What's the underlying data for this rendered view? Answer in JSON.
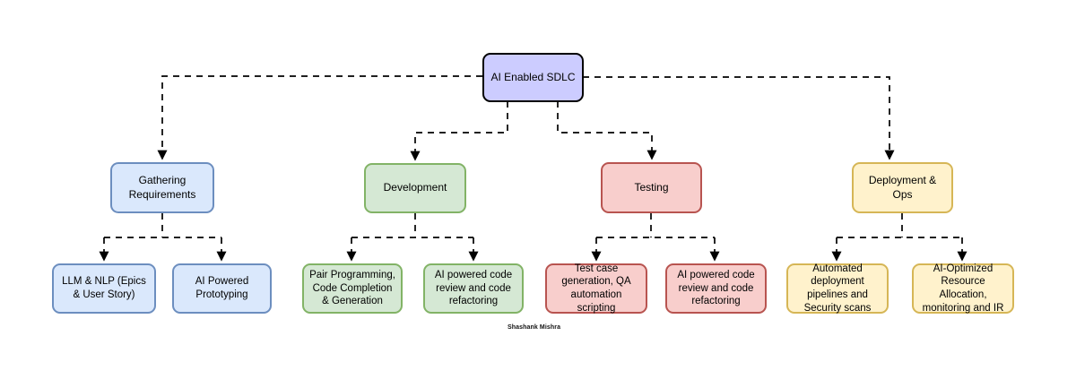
{
  "diagram": {
    "root": {
      "label": "AI Enabled SDLC"
    },
    "branches": [
      {
        "label": "Gathering Requirements",
        "children": [
          {
            "label": "LLM & NLP (Epics & User Story)"
          },
          {
            "label": "AI Powered Prototyping"
          }
        ]
      },
      {
        "label": "Development",
        "children": [
          {
            "label": "Pair Programming, Code Completion & Generation"
          },
          {
            "label": "AI powered code review and code refactoring"
          }
        ]
      },
      {
        "label": "Testing",
        "children": [
          {
            "label": "Test case generation, QA automation scripting"
          },
          {
            "label": "AI powered code review and code refactoring"
          }
        ]
      },
      {
        "label": "Deployment & Ops",
        "children": [
          {
            "label": "Automated deployment pipelines and Security scans"
          },
          {
            "label": "AI-Optimized Resource Allocation, monitoring and IR"
          }
        ]
      }
    ],
    "credit": "Shashank Mishra",
    "colors": {
      "root_fill": "#ccccff",
      "root_border": "#000000",
      "requirements_fill": "#dae8fc",
      "requirements_border": "#6c8ebf",
      "development_fill": "#d5e8d4",
      "development_border": "#82b366",
      "testing_fill": "#f8cecc",
      "testing_border": "#b85450",
      "deployment_fill": "#fff2cc",
      "deployment_border": "#d6b656",
      "connector": "#000000"
    }
  }
}
